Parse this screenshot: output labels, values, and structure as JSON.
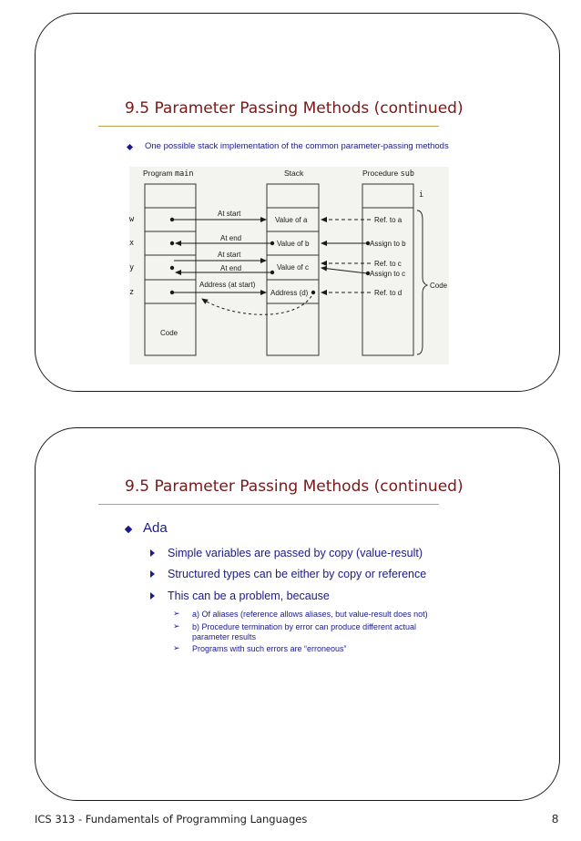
{
  "slide1": {
    "title": "9.5 Parameter Passing Methods (continued)",
    "bullet": "One possible stack implementation of the common parameter-passing methods",
    "diagram": {
      "header_main_prefix": "Program ",
      "header_main_code": "main",
      "header_stack": "Stack",
      "header_proc_prefix": "Procedure ",
      "header_proc_code": "sub",
      "var_w": "w",
      "var_x": "x",
      "var_y": "y",
      "var_z": "z",
      "var_i": "i",
      "at_start_1": "At start",
      "at_end_1": "At end",
      "at_start_2": "At start",
      "at_end_2": "At end",
      "address_at_start": "Address (at start)",
      "value_a": "Value of a",
      "value_b": "Value of b",
      "value_c": "Value of c",
      "address_d": "Address (d)",
      "ref_a": "Ref. to a",
      "assign_b": "Assign to b",
      "ref_c": "Ref. to c",
      "assign_c": "Assign to c",
      "ref_d": "Ref. to d",
      "code_main": "Code",
      "code_proc": "Code"
    }
  },
  "slide2": {
    "title": "9.5 Parameter Passing Methods (continued)",
    "level1": "Ada",
    "level2": [
      "Simple variables are passed by copy (value-result)",
      "Structured types can be either by copy or reference",
      "This can be a problem, because"
    ],
    "level3": [
      "a)  Of aliases (reference allows aliases, but  value-result does not)",
      "b)  Procedure termination by error can produce different actual",
      "parameter results",
      "Programs with such errors are “erroneous”"
    ]
  },
  "footer": {
    "course": "ICS 313 - Fundamentals of Programming Languages",
    "page": "8"
  }
}
